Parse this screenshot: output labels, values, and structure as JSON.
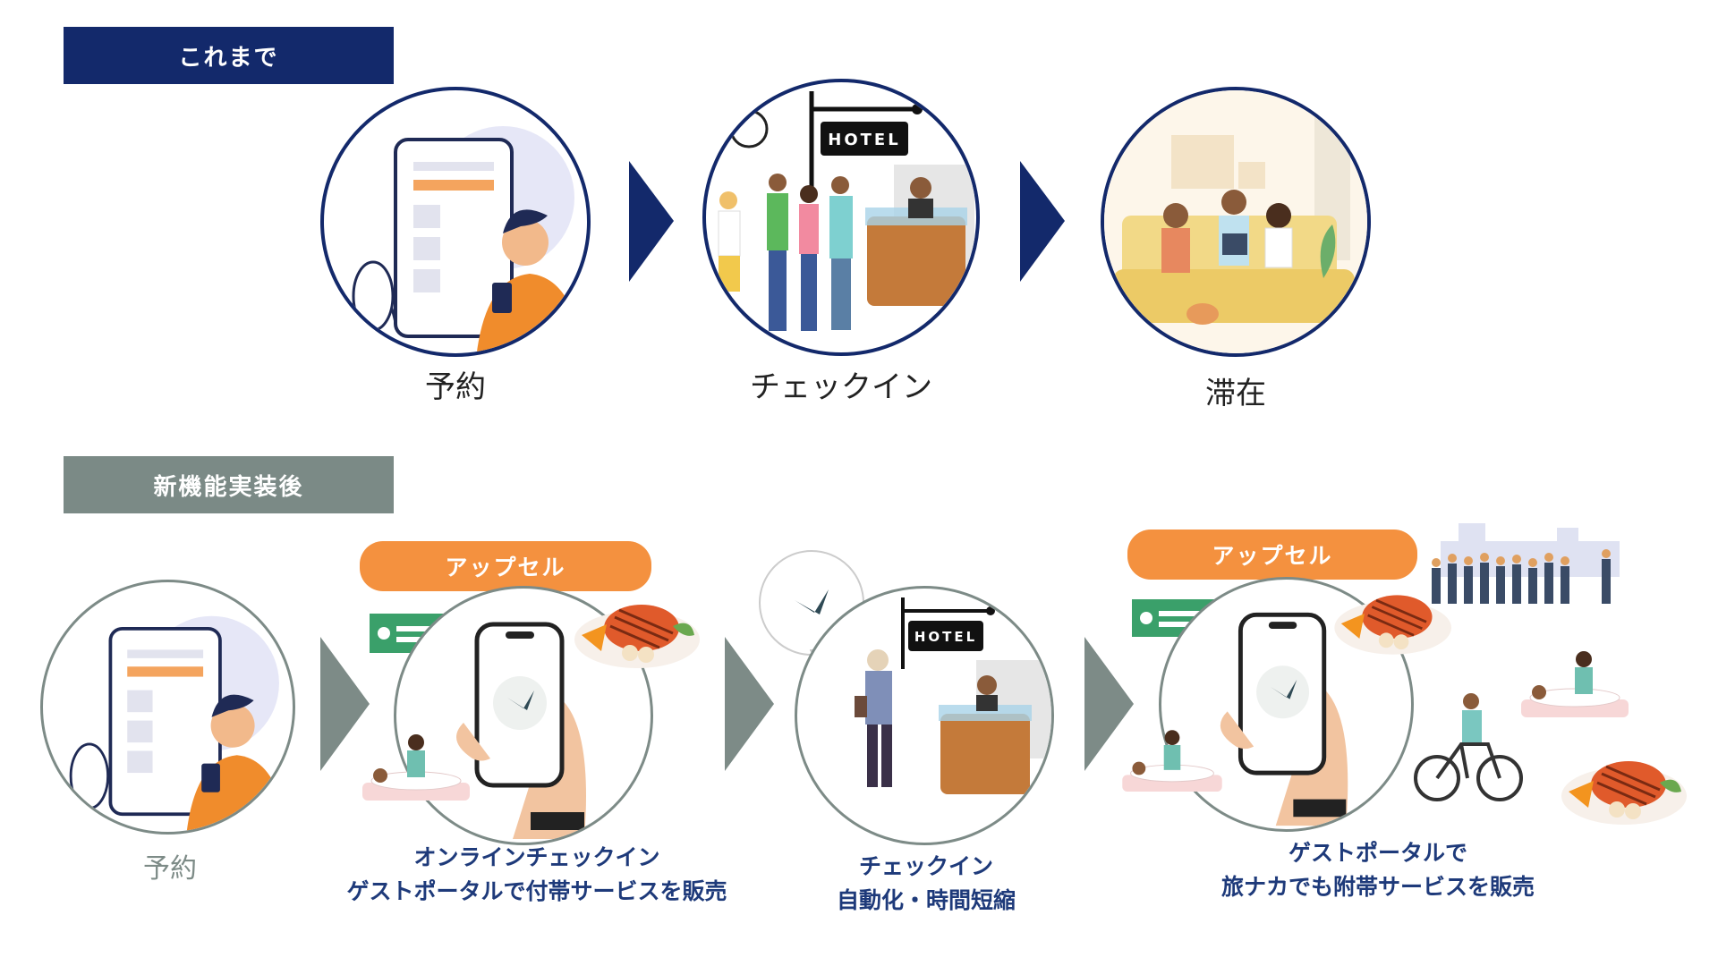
{
  "before": {
    "label": "これまで",
    "steps": [
      {
        "caption": "予約"
      },
      {
        "caption": "チェックイン",
        "sign": "HOTEL"
      },
      {
        "caption": "滞在"
      }
    ]
  },
  "after": {
    "label": "新機能実装後",
    "steps": [
      {
        "caption": "予約"
      },
      {
        "badge": "アップセル",
        "caption_line1": "オンラインチェックイン",
        "caption_line2": "ゲストポータルで付帯サービスを販売"
      },
      {
        "sign": "HOTEL",
        "caption_line1": "チェックイン",
        "caption_line2": "自動化・時間短縮"
      },
      {
        "badge": "アップセル",
        "caption_line1": "ゲストポータルで",
        "caption_line2": "旅ナカでも附帯サービスを販売"
      }
    ]
  },
  "colors": {
    "navy": "#13296b",
    "grey": "#7d8b87",
    "orange": "#f4913f",
    "green": "#3aa06a",
    "caption_blue": "#1e3a7a"
  }
}
